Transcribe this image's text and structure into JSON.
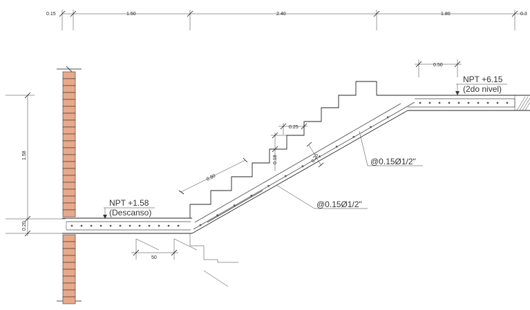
{
  "top_dimensions": [
    "0.15",
    "1.50",
    "2.40",
    "1.80",
    "0.3"
  ],
  "left_dimensions": {
    "main": "1.58",
    "slab": "0.20"
  },
  "step_dimensions": {
    "tread": "0.25",
    "riser": "0.18",
    "slab": "0.20",
    "slope": "0.90"
  },
  "top_right_dimension": "0.50",
  "bottom_dimension": "50",
  "landing_label": {
    "line1": "NPT +1.58",
    "line2": "(Descanso)"
  },
  "upper_label": {
    "line1": "NPT +6.15",
    "line2": "(2do nivel)"
  },
  "rebar_labels": [
    "@0.15Ø1/2\"",
    "@0.15Ø1/2\""
  ],
  "colors": {
    "brick": "#e8a98b",
    "line": "#111111",
    "background": "#ffffff"
  }
}
